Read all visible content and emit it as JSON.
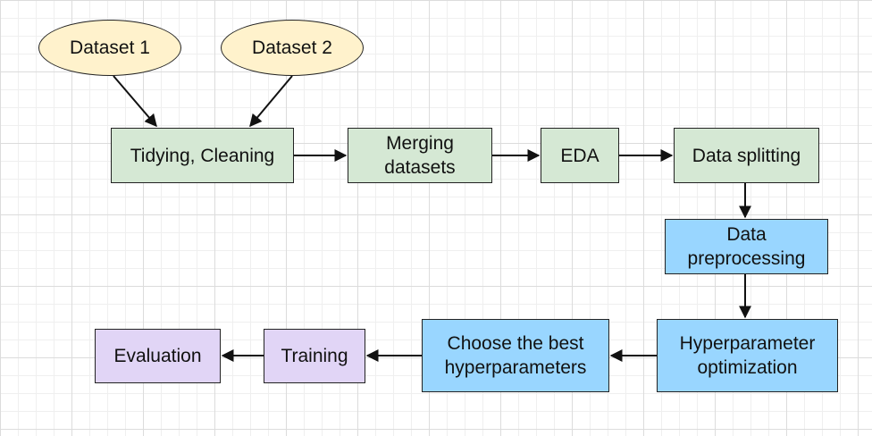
{
  "colors": {
    "start_fill": "#fff2cc",
    "prep_fill": "#d5e8d4",
    "model_fill": "#99d6ff",
    "final_fill": "#e1d5f6",
    "stroke": "#222222"
  },
  "nodes": {
    "dataset1": "Dataset 1",
    "dataset2": "Dataset 2",
    "tidying": "Tidying, Cleaning",
    "merging": "Merging datasets",
    "eda": "EDA",
    "splitting": "Data splitting",
    "preprocessing": "Data preprocessing",
    "hyperopt": "Hyperparameter optimization",
    "choose": "Choose the best hyperparameters",
    "training": "Training",
    "evaluation": "Evaluation"
  }
}
